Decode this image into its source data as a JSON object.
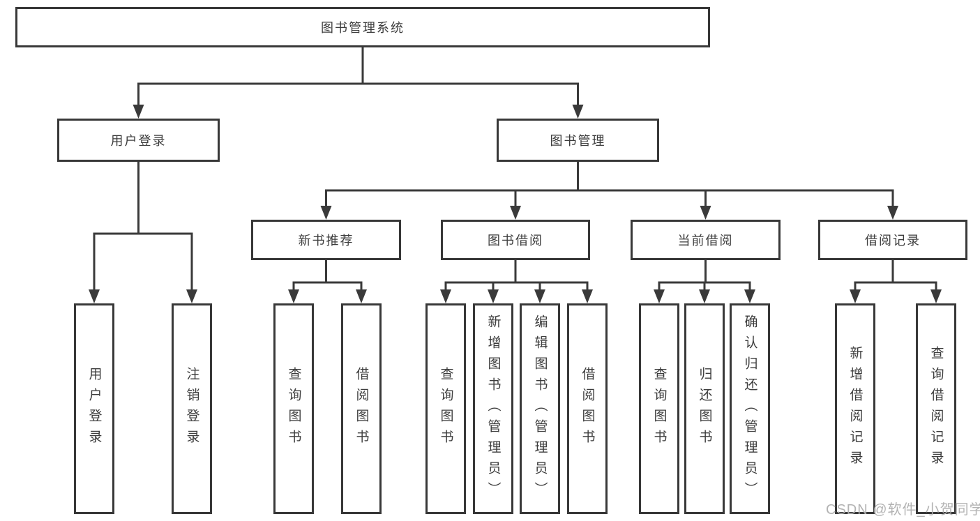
{
  "colors": {
    "line": "#3a3a3a",
    "box_border": "#383838",
    "text": "#3c3c3c",
    "background": "#ffffff",
    "watermark": "#afafaf"
  },
  "tree": {
    "root": {
      "label": "图书管理系统"
    },
    "branches": [
      {
        "label": "用户登录",
        "children": [
          {
            "label": "用户登录"
          },
          {
            "label": "注销登录"
          }
        ]
      },
      {
        "label": "图书管理",
        "groups": [
          {
            "label": "新书推荐",
            "children": [
              {
                "label": "查询图书"
              },
              {
                "label": "借阅图书"
              }
            ]
          },
          {
            "label": "图书借阅",
            "children": [
              {
                "label": "查询图书"
              },
              {
                "label": "新增图书（管理员）"
              },
              {
                "label": "编辑图书（管理员）"
              },
              {
                "label": "借阅图书"
              }
            ]
          },
          {
            "label": "当前借阅",
            "children": [
              {
                "label": "查询图书"
              },
              {
                "label": "归还图书"
              },
              {
                "label": "确认归还（管理员）"
              }
            ]
          },
          {
            "label": "借阅记录",
            "children": [
              {
                "label": "新增借阅记录"
              },
              {
                "label": "查询借阅记录"
              }
            ]
          }
        ]
      }
    ]
  },
  "watermark": {
    "text": "CSDN @软件_小贺同学"
  }
}
